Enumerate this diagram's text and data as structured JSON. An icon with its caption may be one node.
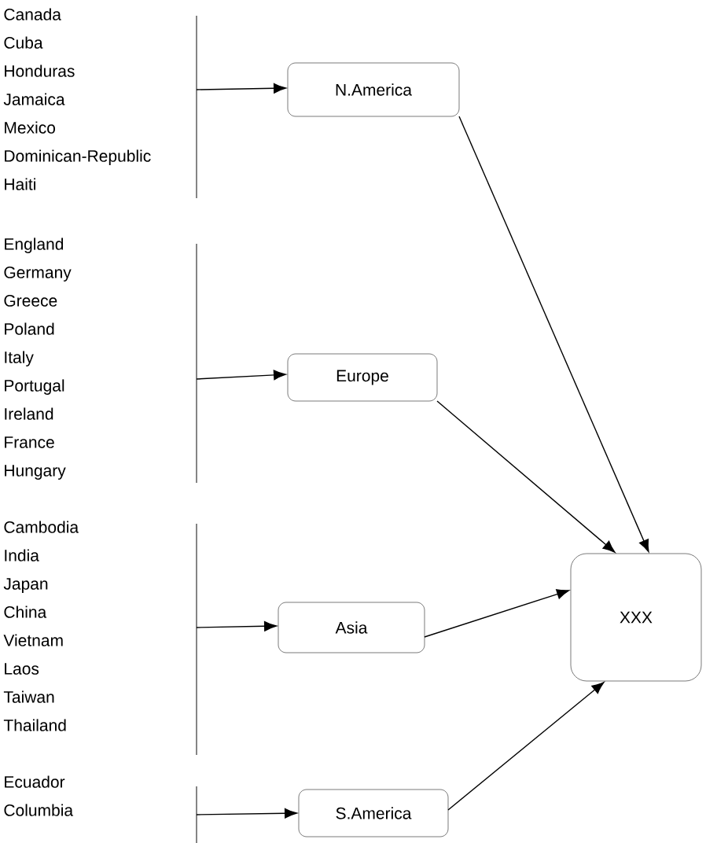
{
  "diagram": {
    "nodes": [
      {
        "text": [
          "Canada",
          "Cuba",
          "Honduras",
          "Jamaica",
          "Mexico",
          "Dominican-Republic",
          "Haiti"
        ]
      },
      {
        "text": [
          "N.America"
        ]
      },
      {
        "text": [
          "England",
          "Germany",
          "Greece",
          "Poland",
          "Italy",
          "Portugal",
          "Ireland",
          "France",
          "Hungary"
        ]
      },
      {
        "text": [
          "Europe"
        ]
      },
      {
        "text": [
          "Cambodia",
          "India",
          "Japan",
          "China",
          "Vietnam",
          "Laos",
          "Taiwan",
          "Thailand"
        ]
      },
      {
        "text": [
          "Asia"
        ]
      },
      {
        "text": [
          "Ecuador",
          "Columbia"
        ]
      },
      {
        "text": [
          "S.America"
        ]
      },
      {
        "text": [
          "XXX"
        ]
      }
    ],
    "edges": [
      {
        "from": 0,
        "to": 1,
        "arrow": "to"
      },
      {
        "from": 2,
        "to": 3,
        "arrow": "to"
      },
      {
        "from": 4,
        "to": 5,
        "arrow": "to"
      },
      {
        "from": 6,
        "to": 7,
        "arrow": "to"
      },
      {
        "from": 1,
        "to": 8,
        "arrow": "to"
      },
      {
        "from": 3,
        "to": 8,
        "arrow": "to"
      },
      {
        "from": 5,
        "to": 8,
        "arrow": "to"
      },
      {
        "from": 7,
        "to": 8,
        "arrow": "to"
      }
    ]
  }
}
